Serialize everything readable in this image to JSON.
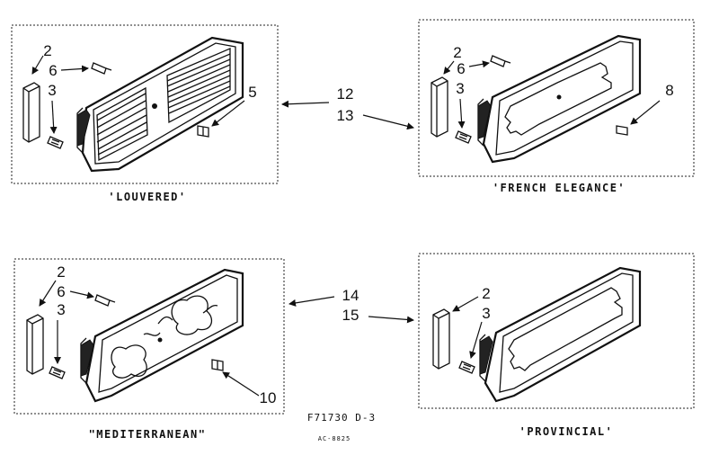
{
  "panels": {
    "louvered": {
      "caption": "'LOUVERED'",
      "labels": {
        "a": "2",
        "b": "6",
        "c": "3",
        "d": "5"
      }
    },
    "french": {
      "caption": "'FRENCH ELEGANCE'",
      "labels": {
        "a": "2",
        "b": "6",
        "c": "3",
        "d": "8"
      }
    },
    "mediterranean": {
      "caption": "\"MEDITERRANEAN\"",
      "labels": {
        "a": "2",
        "b": "6",
        "c": "3",
        "d": "10"
      }
    },
    "provincial": {
      "caption": "'PROVINCIAL'",
      "labels": {
        "a": "2",
        "b": "3"
      }
    }
  },
  "callouts": {
    "top": {
      "a": "12",
      "b": "13"
    },
    "bottom": {
      "a": "14",
      "b": "15"
    }
  },
  "footer": {
    "code": "F71730 D-3",
    "subcode": "AC-8825"
  }
}
